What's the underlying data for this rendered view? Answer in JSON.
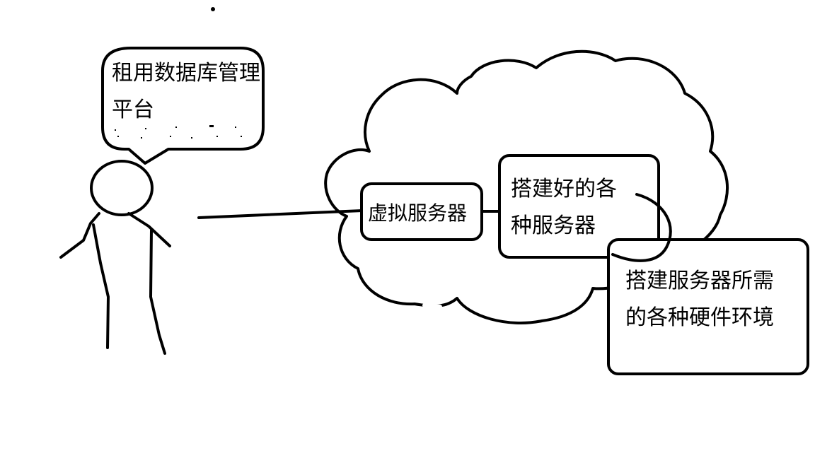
{
  "diagram": {
    "speech_bubble": {
      "lines": [
        "租用数据库管理",
        "平台"
      ]
    },
    "nodes": {
      "virtual_server": {
        "label": "虚拟服务器"
      },
      "built_servers": {
        "lines": [
          "搭建好的各",
          "种服务器"
        ]
      },
      "hardware_env": {
        "lines": [
          "搭建服务器所需",
          "的各种硬件环境"
        ]
      }
    },
    "colors": {
      "stroke": "#000000",
      "background": "#ffffff"
    }
  }
}
